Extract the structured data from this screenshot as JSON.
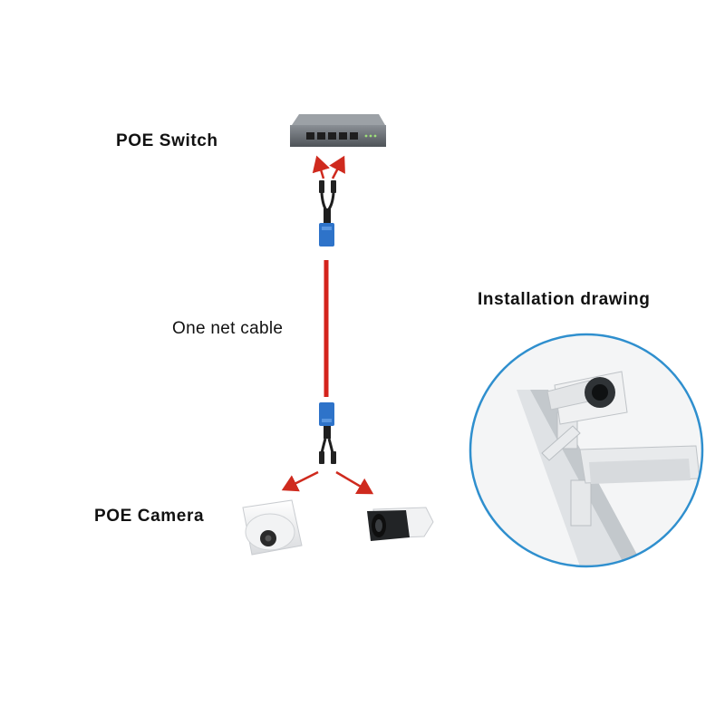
{
  "labels": {
    "poe_switch": "POE  Switch",
    "net_cable": "One net cable",
    "poe_camera": "POE  Camera",
    "installation": "Installation drawing"
  },
  "colors": {
    "cable": "#d4231c",
    "arrow": "#cf2a1e",
    "splitter": "#2e73c9",
    "circle_border": "#2f8fce",
    "switch_body": "#6d7278",
    "background": "#ffffff"
  },
  "icons": {
    "switch": "network-switch-icon",
    "splitter": "poe-splitter-icon",
    "dome_camera": "dome-camera-icon",
    "bullet_camera": "bullet-camera-icon"
  }
}
